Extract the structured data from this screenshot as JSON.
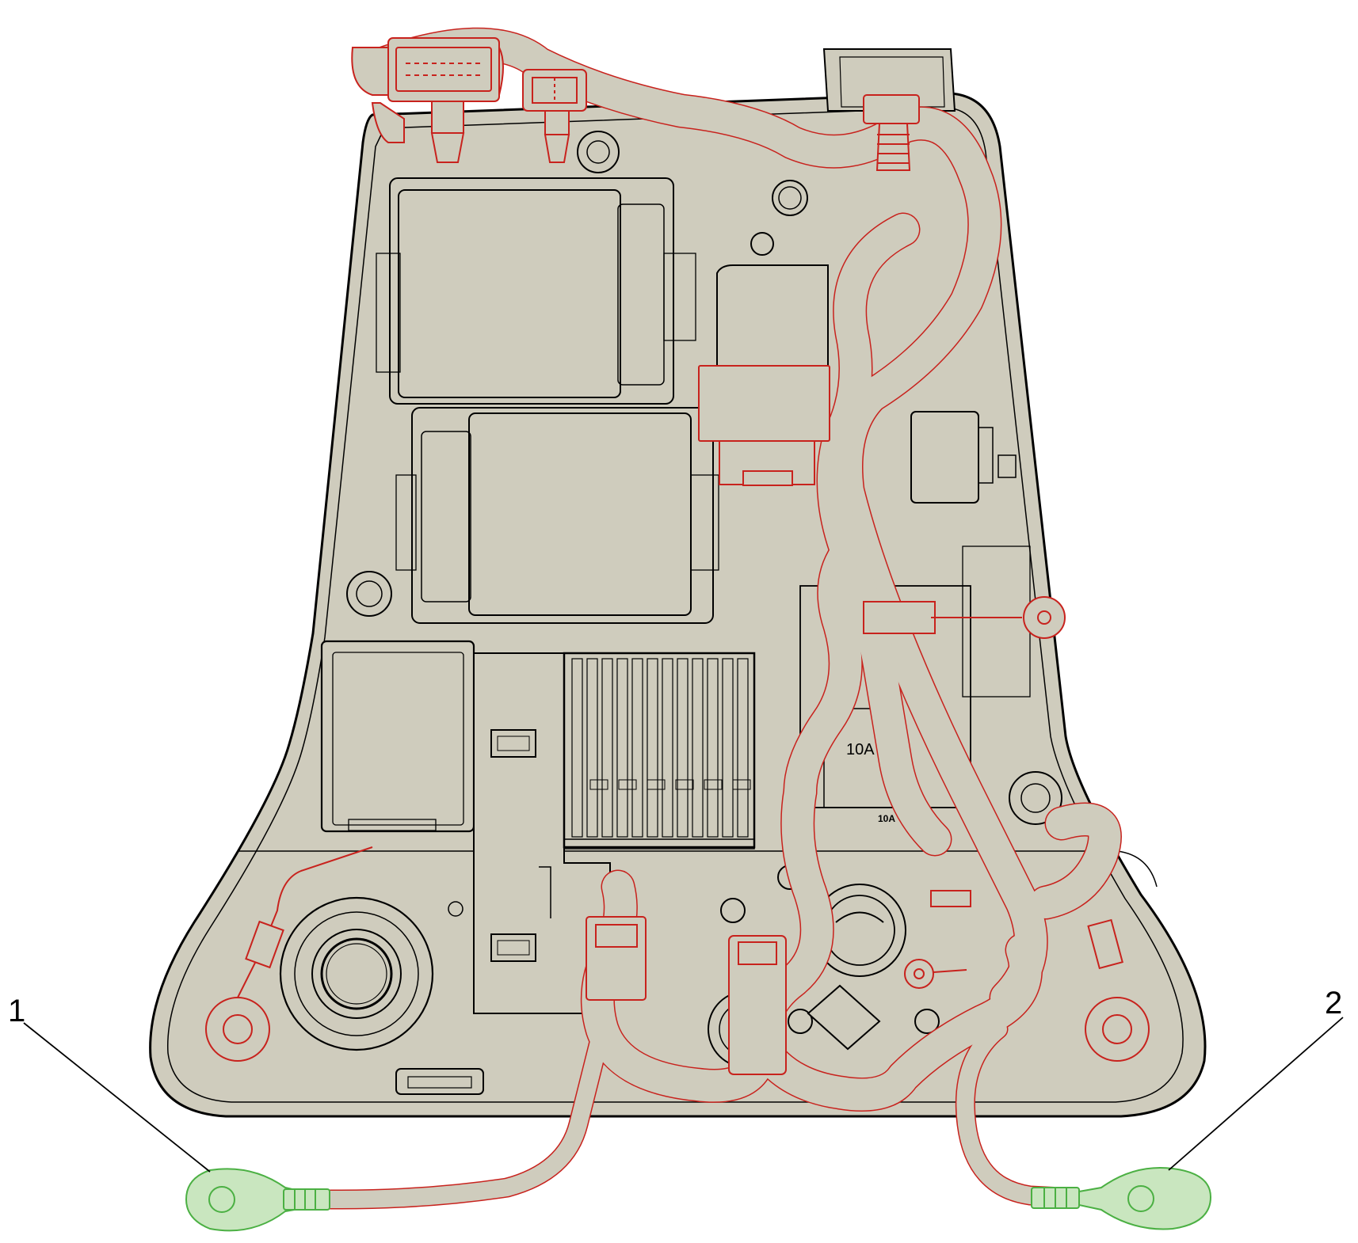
{
  "callouts": [
    {
      "id": "1",
      "label": "1"
    },
    {
      "id": "2",
      "label": "2"
    }
  ],
  "fuse_labels": {
    "large": "10A",
    "small": "10A"
  },
  "colors": {
    "housing_fill": "#cfccbd",
    "outline": "#000000",
    "harness": "#c8221d",
    "ground_terminal": "#4bb043",
    "ground_terminal_fill": "#c9e6bf"
  }
}
